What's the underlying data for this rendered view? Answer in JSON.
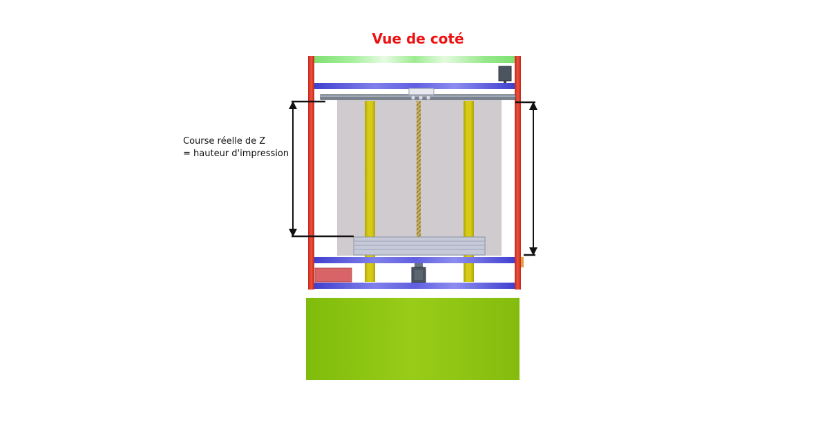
{
  "title": "Vue de coté",
  "annotation": {
    "line1": "Course réelle de Z",
    "line2": "= hauteur d'impression"
  },
  "colors": {
    "title": "#ee1111",
    "frame_upright": "#e03a2a",
    "frame_crossbar": "#4848d8",
    "top_bar": "#8ee878",
    "guide_rod": "#d4c80a",
    "lead_screw": "#b8a040",
    "enclosure_panel": "#cfcbce",
    "build_plate": "#c4c8d8",
    "motor": "#4a5560",
    "psu_box": "#d86468",
    "base_block": "#88c010",
    "dimension_line": "#111111"
  }
}
